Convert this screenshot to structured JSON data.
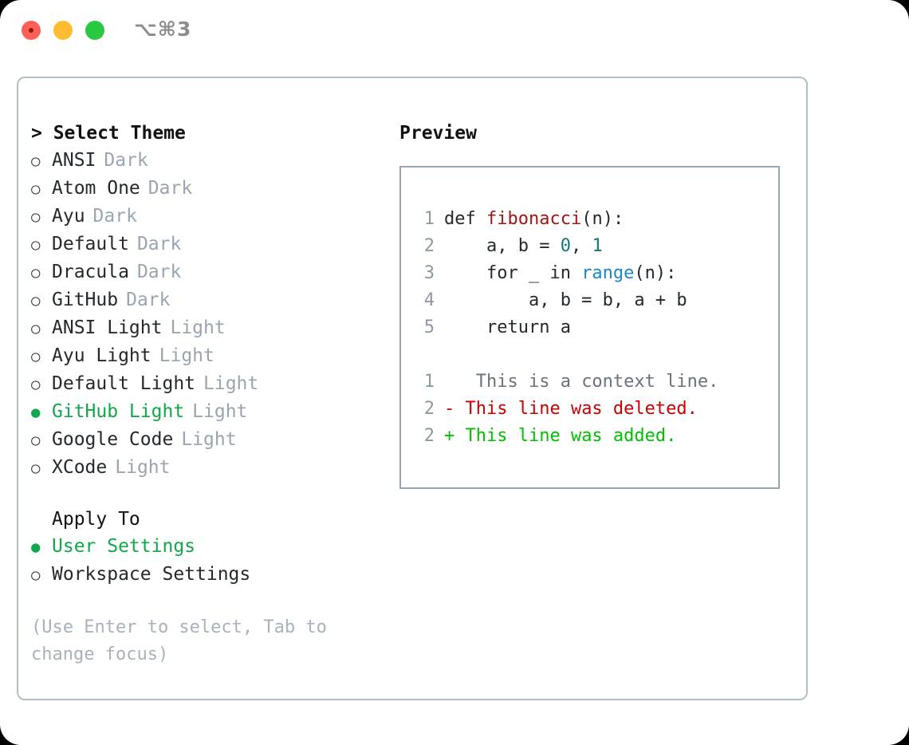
{
  "titlebar": {
    "shortcut": "⌥⌘3",
    "lights": [
      "close-red",
      "minimize-yellow",
      "zoom-green"
    ]
  },
  "theme_list": {
    "header": "> Select Theme",
    "items": [
      {
        "marker": "○",
        "label": "ANSI",
        "suffix": "Dark",
        "selected": false
      },
      {
        "marker": "○",
        "label": "Atom One",
        "suffix": "Dark",
        "selected": false
      },
      {
        "marker": "○",
        "label": "Ayu",
        "suffix": "Dark",
        "selected": false
      },
      {
        "marker": "○",
        "label": "Default",
        "suffix": "Dark",
        "selected": false
      },
      {
        "marker": "○",
        "label": "Dracula",
        "suffix": "Dark",
        "selected": false
      },
      {
        "marker": "○",
        "label": "GitHub",
        "suffix": "Dark",
        "selected": false
      },
      {
        "marker": "○",
        "label": "ANSI Light",
        "suffix": "Light",
        "selected": false
      },
      {
        "marker": "○",
        "label": "Ayu Light",
        "suffix": "Light",
        "selected": false
      },
      {
        "marker": "○",
        "label": "Default Light",
        "suffix": "Light",
        "selected": false
      },
      {
        "marker": "●",
        "label": "GitHub Light",
        "suffix": "Light",
        "selected": true
      },
      {
        "marker": "○",
        "label": "Google Code",
        "suffix": "Light",
        "selected": false
      },
      {
        "marker": "○",
        "label": "XCode",
        "suffix": "Light",
        "selected": false
      }
    ]
  },
  "apply_to": {
    "header": "Apply To",
    "items": [
      {
        "marker": "●",
        "label": "User Settings",
        "selected": true
      },
      {
        "marker": "○",
        "label": "Workspace Settings",
        "selected": false
      }
    ]
  },
  "help_text": "(Use Enter to select, Tab to change focus)",
  "preview": {
    "title": "Preview",
    "code_lines": [
      {
        "num": "1",
        "segments": [
          {
            "t": "def ",
            "c": "plain"
          },
          {
            "t": "fibonacci",
            "c": "fn"
          },
          {
            "t": "(n):",
            "c": "plain"
          }
        ]
      },
      {
        "num": "2",
        "segments": [
          {
            "t": "    a, b = ",
            "c": "plain"
          },
          {
            "t": "0",
            "c": "num"
          },
          {
            "t": ", ",
            "c": "plain"
          },
          {
            "t": "1",
            "c": "num"
          }
        ]
      },
      {
        "num": "3",
        "segments": [
          {
            "t": "    for _ in ",
            "c": "plain"
          },
          {
            "t": "range",
            "c": "call"
          },
          {
            "t": "(n):",
            "c": "plain"
          }
        ]
      },
      {
        "num": "4",
        "segments": [
          {
            "t": "        a, b = b, a + b",
            "c": "plain"
          }
        ]
      },
      {
        "num": "5",
        "segments": [
          {
            "t": "    return a",
            "c": "plain"
          }
        ]
      }
    ],
    "diff_lines": [
      {
        "num": "1",
        "marker": " ",
        "text": "  This is a context line.",
        "kind": "ctx"
      },
      {
        "num": "2",
        "marker": "-",
        "text": " This line was deleted.",
        "kind": "del"
      },
      {
        "num": "2",
        "marker": "+",
        "text": " This line was added.",
        "kind": "add"
      }
    ]
  },
  "colors": {
    "accent_green": "#10a84a",
    "diff_add": "#00c000",
    "diff_del": "#cc0000",
    "muted": "#9aa5b1",
    "border": "#b4bec9",
    "fn": "#a31515",
    "num": "#0f7b77",
    "call": "#1a86c8"
  }
}
